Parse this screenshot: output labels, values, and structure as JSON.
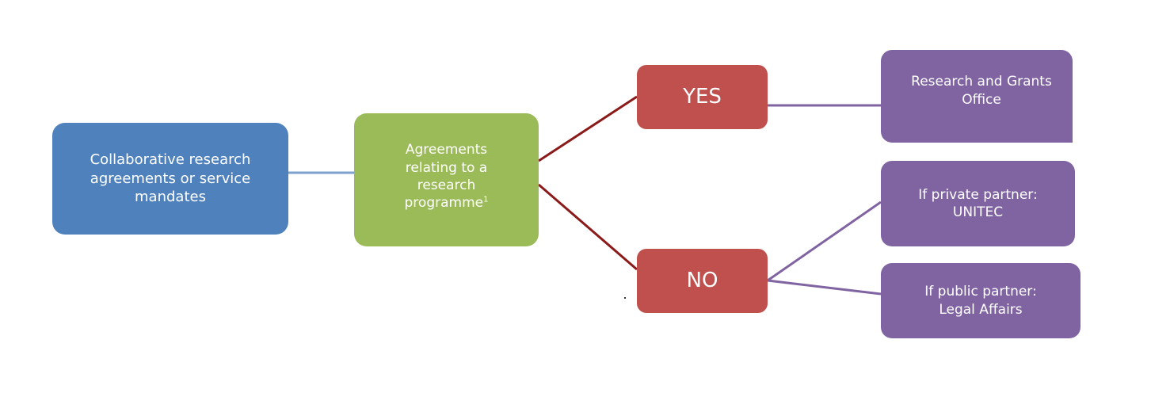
{
  "nodes": {
    "start": {
      "lines": [
        "Collaborative research",
        "agreements or service",
        "mandates"
      ]
    },
    "question": {
      "lines": [
        "Agreements",
        "relating to a",
        "research",
        "programme"
      ],
      "footnote_marker": "1"
    },
    "yes": {
      "label": "YES"
    },
    "no": {
      "label": "NO"
    },
    "grants_office": {
      "lines": [
        "Research and Grants",
        "Office"
      ]
    },
    "private_partner": {
      "lines": [
        "If private partner:",
        "UNITEC"
      ]
    },
    "public_partner": {
      "lines": [
        "If public partner:",
        "Legal Affairs"
      ]
    }
  },
  "colors": {
    "start": "#4f81bd",
    "question": "#9bbb59",
    "decision": "#c0504d",
    "outcome": "#8064a2",
    "link_blue": "#7ea1cd",
    "link_red": "#8b1a1a",
    "link_purple": "#8064a2"
  }
}
